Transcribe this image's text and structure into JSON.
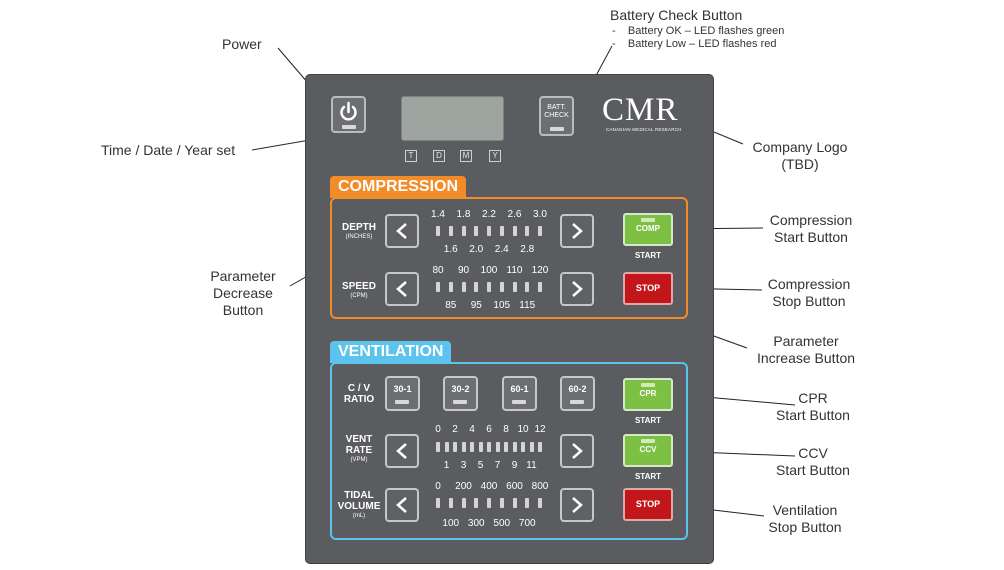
{
  "annotations": {
    "power": "Power",
    "battery_title": "Battery Check Button",
    "battery_ok": "Battery OK – LED flashes green",
    "battery_low": "Battery Low – LED flashes red",
    "time_set": "Time / Date / Year set",
    "logo_line1": "Company Logo",
    "logo_line2": "(TBD)",
    "comp_start_1": "Compression",
    "comp_start_2": "Start Button",
    "comp_stop_1": "Compression",
    "comp_stop_2": "Stop Button",
    "param_dec_1": "Parameter",
    "param_dec_2": "Decrease",
    "param_dec_3": "Button",
    "param_inc_1": "Parameter",
    "param_inc_2": "Increase Button",
    "cpr_1": "CPR",
    "cpr_2": "Start Button",
    "ccv_1": "CCV",
    "ccv_2": "Start Button",
    "vent_stop_1": "Ventilation",
    "vent_stop_2": "Stop Button"
  },
  "device": {
    "batt_check_1": "BATT.",
    "batt_check_2": "CHECK",
    "lcd_keys": [
      "T",
      "D",
      "M",
      "Y"
    ],
    "logo": "CMR",
    "logo_sub": "CANADIAN MEDICAL RESEARCH"
  },
  "compression": {
    "title": "COMPRESSION",
    "depth_label": "DEPTH",
    "depth_unit": "(INCHES)",
    "depth_top": [
      "1.4",
      "1.8",
      "2.2",
      "2.6",
      "3.0"
    ],
    "depth_bottom": [
      "1.6",
      "2.0",
      "2.4",
      "2.8"
    ],
    "speed_label": "SPEED",
    "speed_unit": "(CPM)",
    "speed_top": [
      "80",
      "90",
      "100",
      "110",
      "120"
    ],
    "speed_bottom": [
      "85",
      "95",
      "105",
      "115"
    ],
    "start_1": "COMP",
    "start_2": "START",
    "stop": "STOP"
  },
  "ventilation": {
    "title": "VENTILATION",
    "ratio_label_1": "C / V",
    "ratio_label_2": "RATIO",
    "ratios": [
      "30-1",
      "30-2",
      "60-1",
      "60-2"
    ],
    "cpr_1": "CPR",
    "cpr_2": "START",
    "rate_label_1": "VENT",
    "rate_label_2": "RATE",
    "rate_unit": "(VPM)",
    "rate_top": [
      "0",
      "2",
      "4",
      "6",
      "8",
      "10",
      "12"
    ],
    "rate_bottom": [
      "1",
      "3",
      "5",
      "7",
      "9",
      "11"
    ],
    "ccv_1": "CCV",
    "ccv_2": "START",
    "tidal_label_1": "TIDAL",
    "tidal_label_2": "VOLUME",
    "tidal_unit": "(mL)",
    "tidal_top": [
      "0",
      "200",
      "400",
      "600",
      "800"
    ],
    "tidal_bottom": [
      "100",
      "300",
      "500",
      "700"
    ],
    "stop": "STOP"
  },
  "colors": {
    "compression_accent": "#f28c28",
    "ventilation_accent": "#5cc3ec",
    "start_green": "#7ec043",
    "stop_red": "#c3161b"
  }
}
